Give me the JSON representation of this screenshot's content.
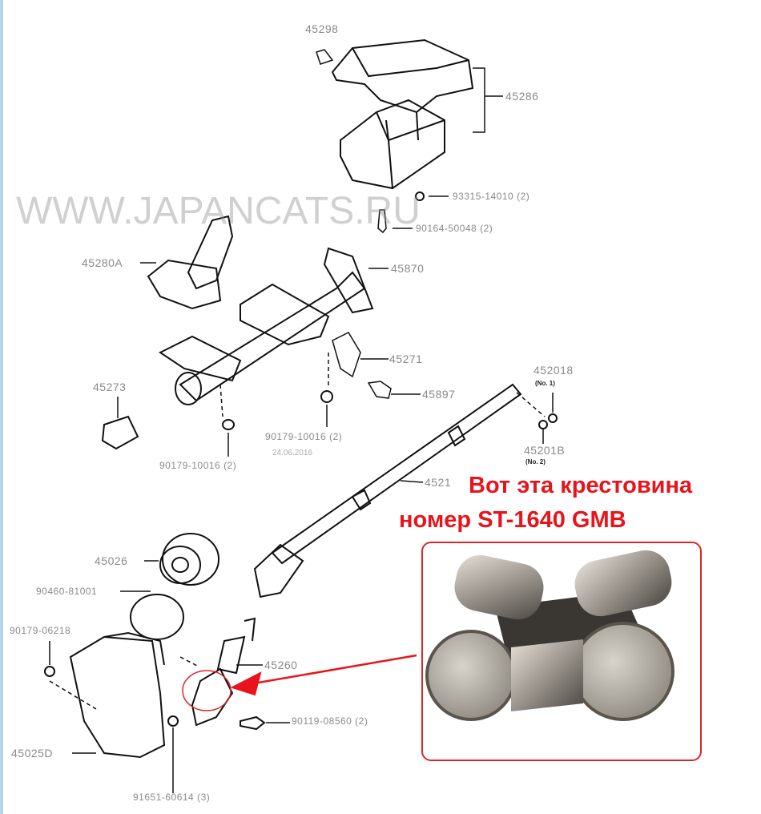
{
  "parts": {
    "p45298": "45298",
    "p45286": "45286",
    "p93315": "93315-14010 (2)",
    "p90164": "90164-50048 (2)",
    "p45280A": "45280A",
    "p45870": "45870",
    "p45271": "45271",
    "p45897": "45897",
    "p45201B_1": "452018",
    "p45201B_1_sub": "(No. 1)",
    "p45201B_2": "45201B",
    "p45201B_2_sub": "(No. 2)",
    "p45273": "45273",
    "p90179_10016_a": "90179-10016 (2)",
    "p90179_10016_b": "90179-10016 (2)",
    "p4521": "4521",
    "p45026": "45026",
    "p90460": "90460-81001",
    "p90179_06218": "90179-06218",
    "p45260": "45260",
    "p90119": "90119-08560 (2)",
    "p45025D": "45025D",
    "p91651": "91651-60614 (3)"
  },
  "watermark": "WWW.JAPANCATS.RU",
  "stamp_date": "24.06.2016",
  "annotation": {
    "line1": "Вот эта крестовина",
    "line2": "номер ST-1640  GMB"
  },
  "colors": {
    "annotation": "#e8141c",
    "label": "#8a8a8a"
  }
}
